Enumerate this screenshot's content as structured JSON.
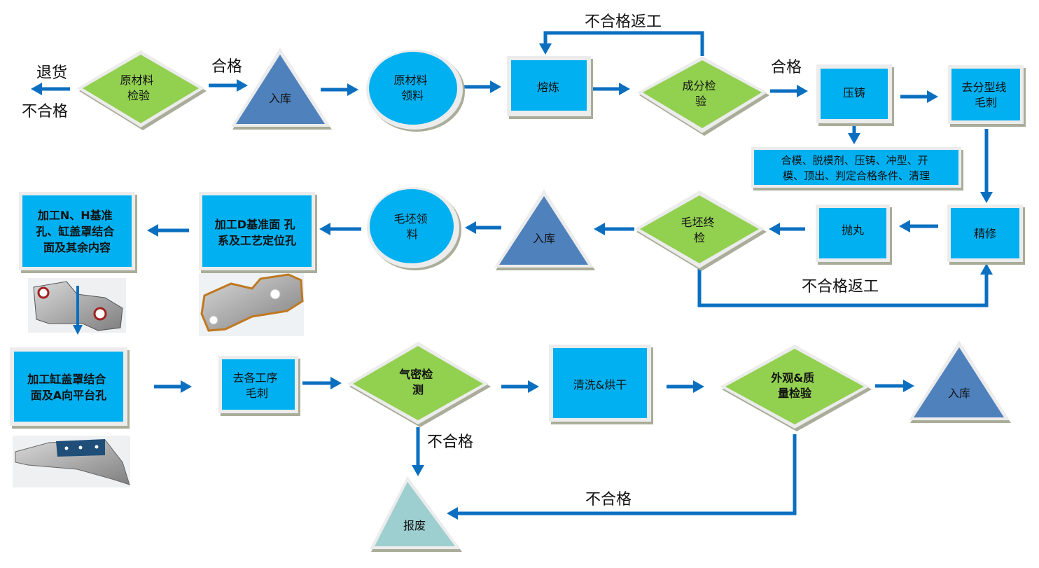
{
  "title": "压铸件生产工艺流程图",
  "colors": {
    "process_box": "#00b0f0",
    "decision": "#92d050",
    "storage": "#4f81bd",
    "scrap": "#9ecfd0",
    "arrow": "#0b6fc0",
    "shadow": "#a9ad99"
  },
  "nodes": {
    "raw_inspect": {
      "lines": [
        "原材料",
        "检验"
      ],
      "shape": "diamond"
    },
    "store1": {
      "lines": [
        "入库"
      ],
      "shape": "triangle"
    },
    "raw_pick": {
      "lines": [
        "原材料",
        "领料"
      ],
      "shape": "ellipse"
    },
    "smelt": {
      "lines": [
        "熔炼"
      ],
      "shape": "box"
    },
    "comp_inspect": {
      "lines": [
        "成分检",
        "验"
      ],
      "shape": "diamond"
    },
    "die_cast": {
      "lines": [
        "压铸"
      ],
      "shape": "box"
    },
    "die_cast_steps": {
      "lines": [
        "合模、脱模剂、压铸、冲型、开",
        "模、顶出、判定合格条件、清理"
      ],
      "shape": "box"
    },
    "deflash": {
      "lines": [
        "去分型线",
        "毛刺"
      ],
      "shape": "box"
    },
    "finish": {
      "lines": [
        "精修"
      ],
      "shape": "box"
    },
    "shot_blast": {
      "lines": [
        "抛丸"
      ],
      "shape": "box"
    },
    "blank_final": {
      "lines": [
        "毛坯终",
        "检"
      ],
      "shape": "diamond"
    },
    "store2": {
      "lines": [
        "入库"
      ],
      "shape": "triangle"
    },
    "blank_pick": {
      "lines": [
        "毛坯领",
        "料"
      ],
      "shape": "ellipse"
    },
    "machine_d": {
      "lines": [
        "加工D基准面 孔",
        "系及工艺定位孔"
      ],
      "shape": "box"
    },
    "machine_nh": {
      "lines": [
        "加工N、H基准",
        "孔、缸盖罩结合",
        "面及其余内容"
      ],
      "shape": "box"
    },
    "machine_cover": {
      "lines": [
        "加工缸盖罩结合",
        "面及A向平台孔"
      ],
      "shape": "box"
    },
    "deburr_all": {
      "lines": [
        "去各工序",
        "毛刺"
      ],
      "shape": "box"
    },
    "air_tight": {
      "lines": [
        "气密检",
        "测"
      ],
      "shape": "diamond"
    },
    "wash_dry": {
      "lines": [
        "清洗&烘干"
      ],
      "shape": "box"
    },
    "visual_quality": {
      "lines": [
        "外观&质",
        "量检验"
      ],
      "shape": "diamond"
    },
    "store3": {
      "lines": [
        "入库"
      ],
      "shape": "triangle"
    },
    "scrap": {
      "lines": [
        "报废"
      ],
      "shape": "triangle"
    }
  },
  "edge_labels": {
    "return_goods": "退货",
    "raw_fail": "不合格",
    "raw_pass": "合格",
    "comp_rework": "不合格返工",
    "comp_pass": "合格",
    "blank_rework": "不合格返工",
    "air_fail": "不合格",
    "quality_fail": "不合格"
  },
  "images": {
    "part_nh": "part-image-nh-datum",
    "part_d": "part-image-d-datum",
    "part_cover": "part-image-cover-face"
  }
}
